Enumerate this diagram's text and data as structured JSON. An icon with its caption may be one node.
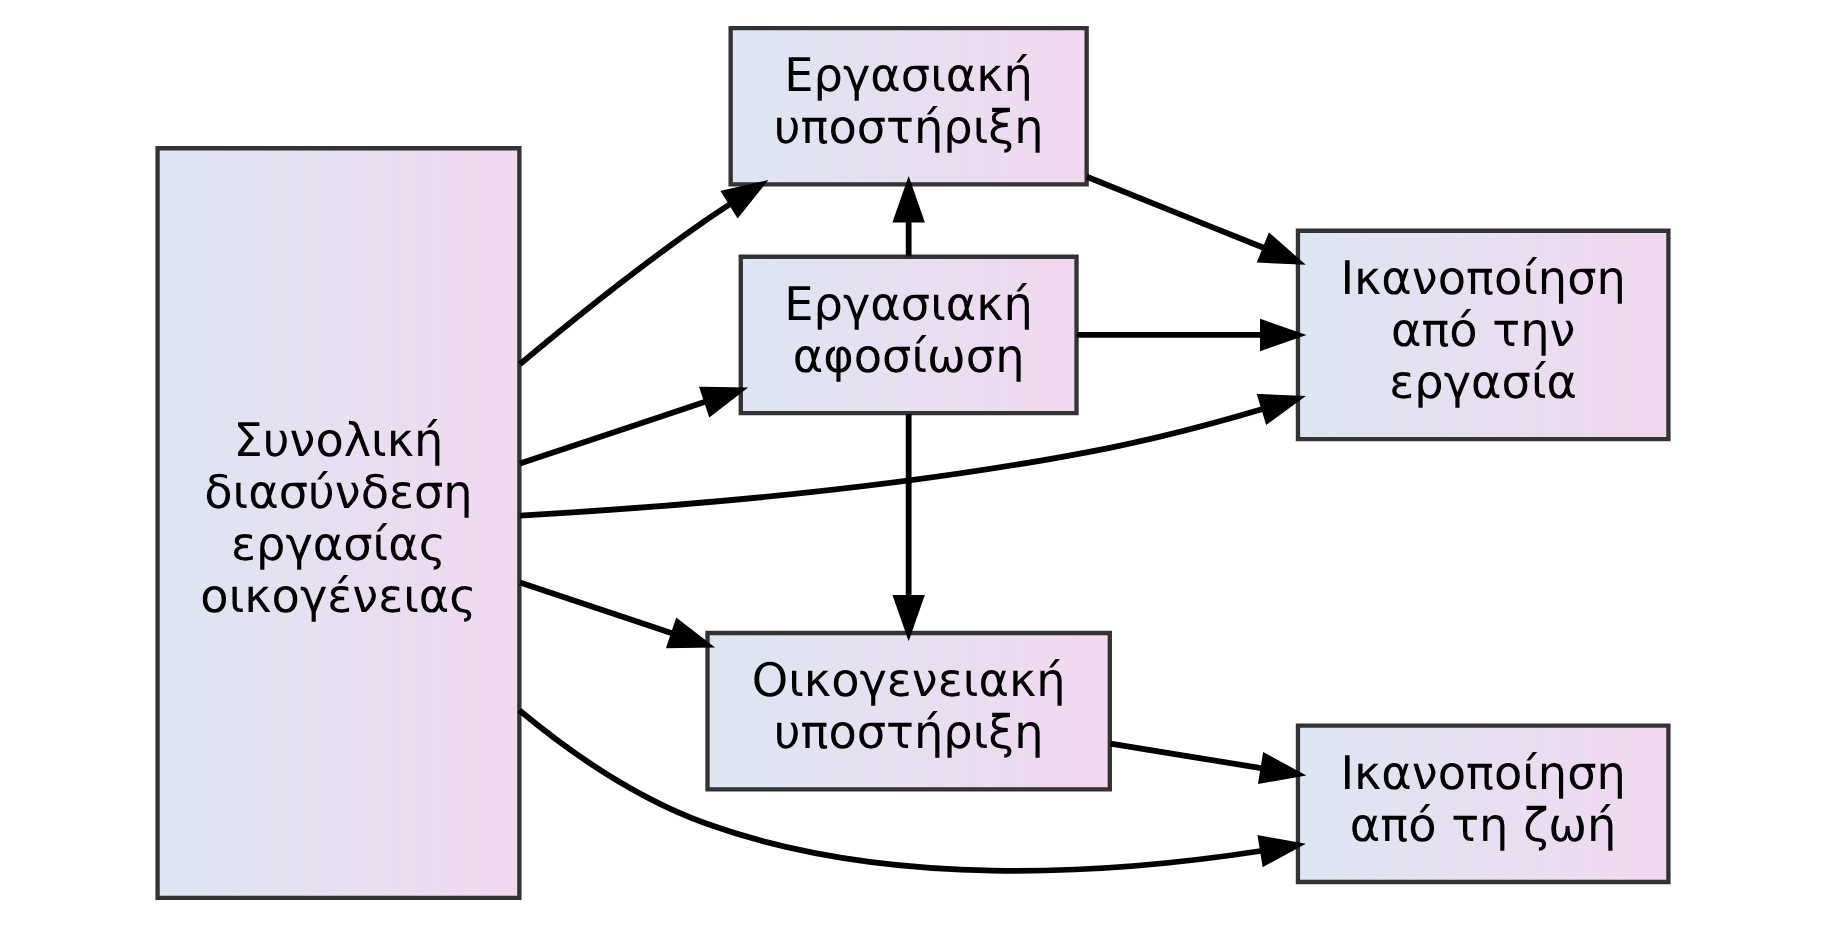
{
  "diagram": {
    "nodes": [
      {
        "text": [
          "Συνολική διασύνδεση εργασίας οικογένειας"
        ]
      },
      {
        "text": [
          "Εργασιακή υποστήριξη"
        ]
      },
      {
        "text": [
          "Εργασιακή αφοσίωση"
        ]
      },
      {
        "text": [
          "Οικογενειακή υποστήριξη"
        ]
      },
      {
        "text": [
          "Ικανοποίηση από την εργασία"
        ]
      },
      {
        "text": [
          "Ικανοποίηση από τη ζωή"
        ]
      }
    ],
    "edges": [
      {
        "from": 0,
        "to": 1,
        "arrow": "to"
      },
      {
        "from": 0,
        "to": 4,
        "arrow": "to"
      },
      {
        "from": 0,
        "to": 2,
        "arrow": "to"
      },
      {
        "from": 0,
        "to": 5,
        "arrow": "to"
      },
      {
        "from": 0,
        "to": 3,
        "arrow": "to"
      },
      {
        "from": 1,
        "to": 4,
        "arrow": "to"
      },
      {
        "from": 2,
        "to": 1,
        "arrow": "to"
      },
      {
        "from": 2,
        "to": 4,
        "arrow": "to"
      },
      {
        "from": 2,
        "to": 3,
        "arrow": "to"
      },
      {
        "from": 3,
        "to": 5,
        "arrow": "to"
      }
    ]
  }
}
